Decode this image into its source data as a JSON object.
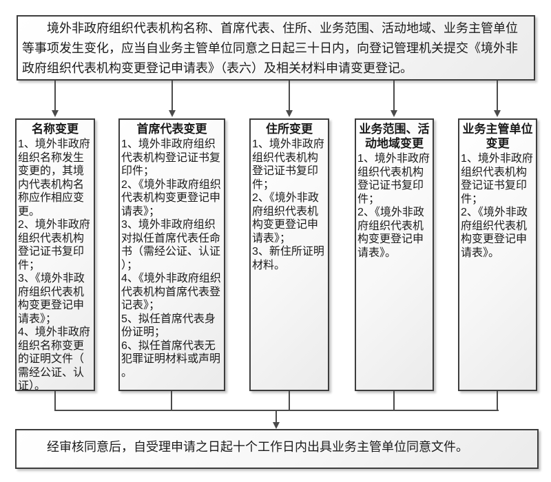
{
  "flow": {
    "intro": "境外非政府组织代表机构名称、首席代表、住所、业务范围、活动地域、业务主管单位\n等事项发生变化，应当自业务主管单位同意之日起三十日内，向登记管理机关提交《境外非\n政府组织代表机构变更登记申请表》（表六）及相关材料申请变更登记。",
    "columns": [
      {
        "title": "名称变更",
        "items": [
          "1、境外非政府组织名称发生变更的，其境内代表机构名称应作相应变更。",
          "2、境外非政府组织代表机构登记证书复印件；",
          "3、《境外非政府组织代表机构变更登记申请表》；",
          "4、境外非政府组织名称变更的证明文件（需经公证、认证）。"
        ]
      },
      {
        "title": "首席代表变更",
        "items": [
          "1、境外非政府组织代表机构登记证书复印件；",
          "2、《境外非政府组织代表机构变更登记申请表》；",
          "3、境外非政府组织对拟任首席代表任命书（需经公证、认证）；",
          "4、《境外非政府组织代表机构首席代表登记表》；",
          "5、拟任首席代表身份证明；",
          "6、拟任首席代表无犯罪证明材料或声明。"
        ]
      },
      {
        "title": "住所变更",
        "items": [
          "1、境外非政府组织代表机构登记证书复印件；",
          "2、《境外非政府组织代表机构变更登记申请表》；",
          "3、新住所证明材料。"
        ]
      },
      {
        "title": "业务范围、活动地域变更",
        "items": [
          "1、境外非政府组织代表机构登记证书复印件；",
          "2、《境外非政府组织代表机构变更登记申请表》。"
        ]
      },
      {
        "title": "业务主管单位变更",
        "items": [
          "1、境外非政府组织代表机构登记证书复印件；",
          "2、《境外非政府组织代表机构变更登记申请表》。"
        ]
      }
    ],
    "result": "经审核同意后，自受理申请之日起十个工作日内出具业务主管单位同意文件。"
  },
  "colors": {
    "box_border": "#3c3c3c",
    "connector": "#4a4a4a",
    "box_fill_top": "#ffffff",
    "box_fill_bottom": "#ebebeb",
    "page_background": "#ffffff",
    "text": "#1a1a1a"
  }
}
